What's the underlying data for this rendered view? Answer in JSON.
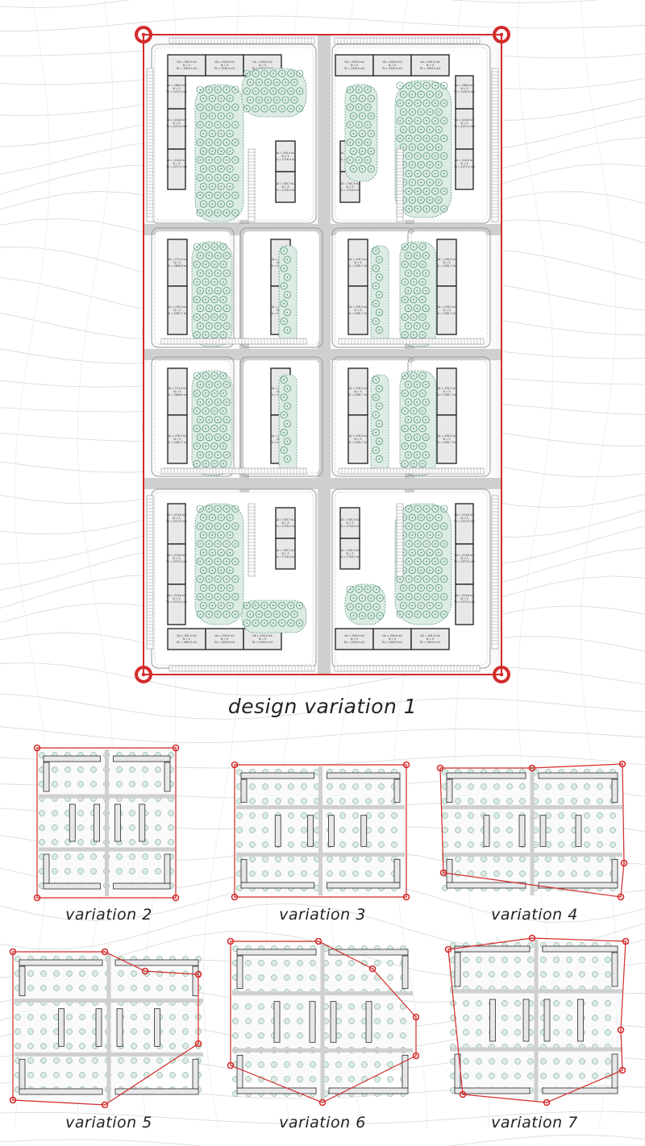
{
  "captions": {
    "main": "design variation 1",
    "v2": "variation 2",
    "v3": "variation 3",
    "v4": "variation 4",
    "v5": "variation 5",
    "v6": "variation 6",
    "v7": "variation 7"
  },
  "colors": {
    "boundary": "#d42b2b",
    "green": "#dcebe3",
    "tree": "#2e7d5b",
    "building": "#e8e8ea",
    "outline": "#2a2a2a",
    "road": "#cfcfcf",
    "contour": "#d8d8d8"
  },
  "block_labels": {
    "corner_top": [
      [
        "GA = 381.9 m2",
        "N = 5",
        "TA = 1909.3 m2"
      ],
      [
        "GA = 509.9 m2",
        "N = 5",
        "TA = 2549.5 m2"
      ],
      [
        "GA = 509.9 m2",
        "N = 5",
        "TA = 2549.5 m2"
      ]
    ],
    "corner_side": [
      [
        "GA = 286.6 m2",
        "N = 5",
        "TA = 1433.2 m2"
      ],
      [
        "GA = 414.6 m2",
        "N = 5",
        "TA = 2073.2 m2"
      ],
      [
        "GA = 414.6 m2",
        "N = 5",
        "TA = 2073.2 m2"
      ],
      [
        "GA = 414.6 m2",
        "N = 5",
        "TA = 2073.2 m2"
      ]
    ],
    "inner_top": [
      [
        "GA = 345.3 m2",
        "N = 5",
        "TA = 1726.4 m2"
      ],
      [
        "GA = 345.3 m2",
        "N = 5",
        "TA = 1726.4 m2"
      ]
    ],
    "mid": [
      [
        "GA = 476.3 m2",
        "N = 5",
        "TA = 2381.7 m2"
      ],
      [
        "GA = 476.3 m2",
        "N = 5",
        "TA = 2381.7 m2"
      ]
    ],
    "mid_l": [
      [
        "GA = 573.3 m2",
        "N = 5",
        "TA = 2866.6 m2"
      ],
      [
        "GA = 476.3 m2",
        "N = 5",
        "TA = 2381.7 m2"
      ]
    ]
  }
}
